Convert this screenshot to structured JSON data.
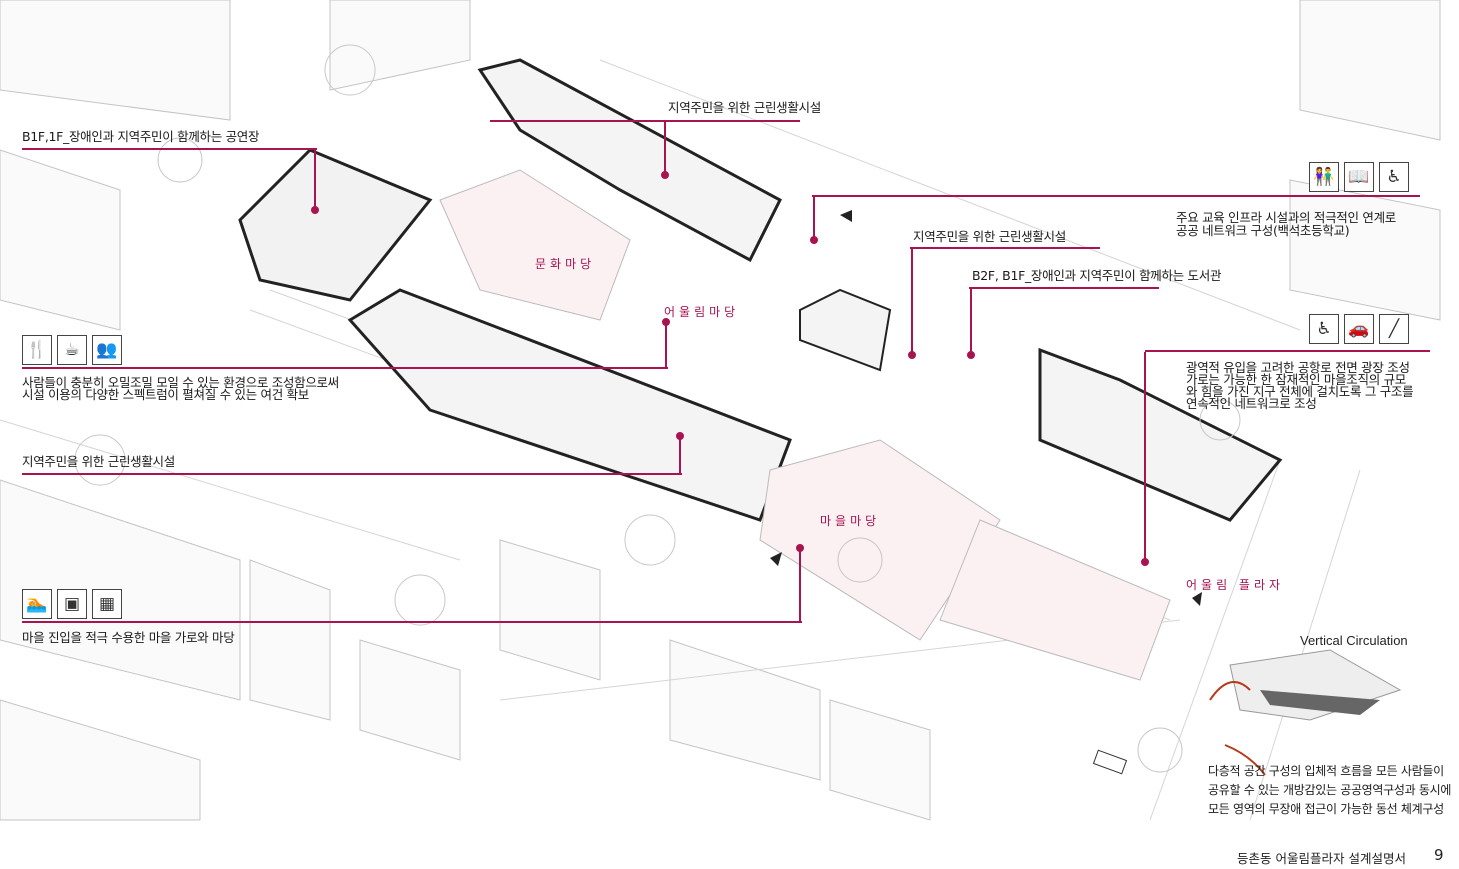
{
  "callouts": {
    "theater": "B1F,1F_장애인과 지역주민이 함께하는 공연장",
    "facility_top": "지역주민을 위한 근린생활시설",
    "school_line1": "주요 교육 인프라 시설과의 적극적인 연계로",
    "school_line2": "공공 네트워크 구성(백석초등학교)",
    "facility_mid": "지역주민을 위한 근린생활시설",
    "library": "B2F, B1F_장애인과 지역주민이 함께하는 도서관",
    "gather_line1": "사람들이 충분히 오밀조밀 모일 수 있는 환경으로 조성함으로써",
    "gather_line2": "시설 이용의 다양한 스펙트럼이 펼쳐질 수 있는 여건 확보",
    "facility_left": "지역주민을 위한 근린생활시설",
    "plaza_line1": "광역적 유입을 고려한 공항로 전면 광장 조성",
    "plaza_line2": "가로는 가능한 한 잠재적인 마을조직의 규모",
    "plaza_line3": "와 힘을 가진 지구 전체에 걸치도록 그 구조를",
    "plaza_line4": "연속적인 네트워크로 조성",
    "village": "마을 진입을 적극 수용한 마을 가로와 마당"
  },
  "zones": {
    "culture": "문화마당",
    "eoullim_madang": "어울림마당",
    "village_madang": "마을마당",
    "eoullim_plaza": "어울림 플라자"
  },
  "icons": {
    "school": [
      "children-icon",
      "book-icon",
      "teacher-wheelchair-icon"
    ],
    "plaza": [
      "wheelchair-icon",
      "car-icon",
      "bench-icon"
    ],
    "gather": [
      "dining-icon",
      "cafe-icon",
      "meeting-icon"
    ],
    "village": [
      "swimming-icon",
      "stage-icon",
      "theater-icon"
    ]
  },
  "vertical_circulation": {
    "title": "Vertical Circulation",
    "line1": "다층적 공간 구성의 입체적 흐름을 모든 사람들이",
    "line2": "공유할 수 있는 개방감있는 공공영역구성과 동시에",
    "line3": "모든 영역의  무장애 접근이 가능한 동선 체계구성"
  },
  "footer": {
    "doc_title": "등촌동 어울림플라자 설계설명서",
    "page": "9"
  },
  "colors": {
    "accent": "#a8144f",
    "line": "#bdbdbd"
  }
}
